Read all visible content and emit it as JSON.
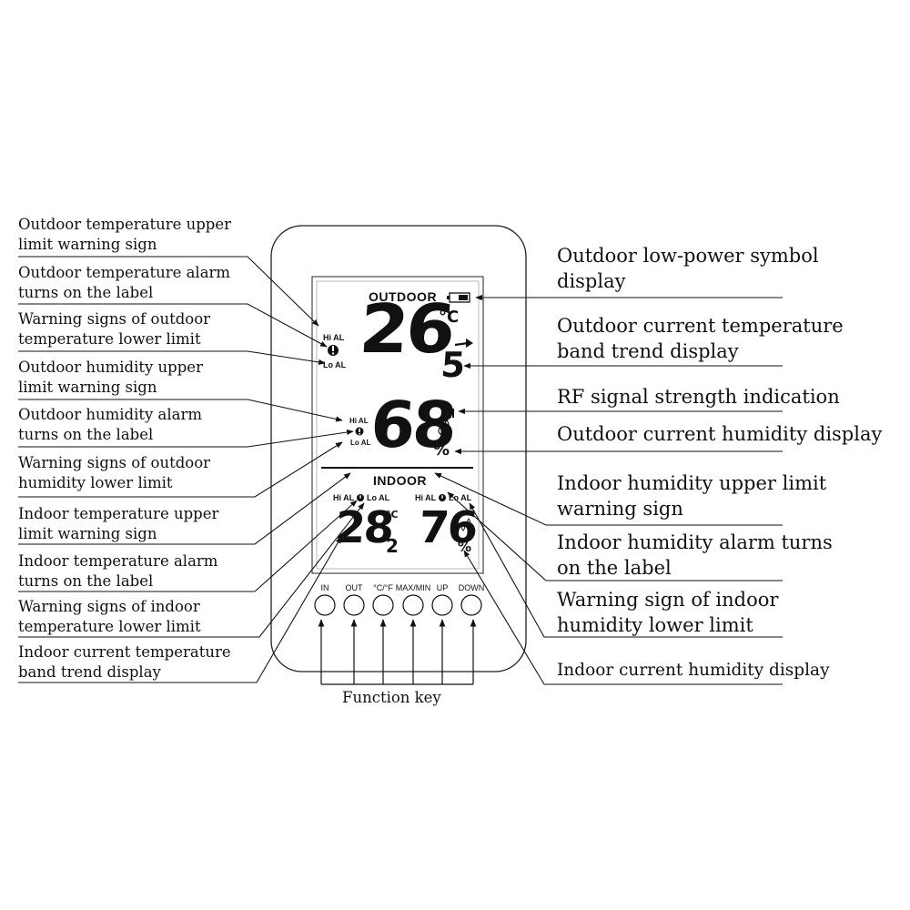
{
  "device": {
    "outdoor_label": "OUTDOOR",
    "indoor_label": "INDOOR",
    "outdoor_temp_main": "26",
    "outdoor_temp_decimal": "5",
    "temp_unit": "°C",
    "outdoor_humidity": "68",
    "percent": "%",
    "indoor_temp_main": "28",
    "indoor_temp_decimal": "2",
    "indoor_humidity": "76",
    "hi_al": "Hi AL",
    "lo_al": "Lo AL",
    "alarm_glyph": "!",
    "buttons": [
      "IN",
      "OUT",
      "°C/°F",
      "MAX/MIN",
      "UP",
      "DOWN"
    ]
  },
  "icons": {
    "battery": "battery-icon",
    "signal": "signal-strength-icon",
    "trend": "trend-arrow-icon",
    "droplet": "droplet-icon",
    "alarm": "alarm-bell-icon"
  },
  "callouts_left": [
    [
      "Outdoor temperature upper",
      "limit warning sign"
    ],
    [
      "Outdoor temperature alarm",
      "turns on the label"
    ],
    [
      "Warning signs of outdoor",
      "temperature lower limit"
    ],
    [
      "Outdoor humidity upper",
      "limit warning sign"
    ],
    [
      "Outdoor humidity alarm",
      "turns on the label"
    ],
    [
      " Warning signs of outdoor",
      "humidity lower limit"
    ],
    [
      " Indoor temperature upper",
      "limit warning sign"
    ],
    [
      "Indoor temperature alarm",
      "turns on the label"
    ],
    [
      "Warning signs of indoor",
      "temperature lower limit"
    ],
    [
      "Indoor current temperature",
      "band trend display"
    ]
  ],
  "callouts_right": [
    [
      "Outdoor low-power symbol",
      "display"
    ],
    [
      "Outdoor current temperature",
      "band trend display"
    ],
    [
      "RF signal strength indication"
    ],
    [
      "Outdoor current humidity display"
    ],
    [
      " Indoor humidity upper limit",
      "warning sign"
    ],
    [
      " Indoor humidity alarm turns",
      "on the label"
    ],
    [
      "Warning sign of indoor",
      "humidity lower limit"
    ],
    [
      "Indoor current humidity display"
    ]
  ],
  "function_key_label": "Function key"
}
